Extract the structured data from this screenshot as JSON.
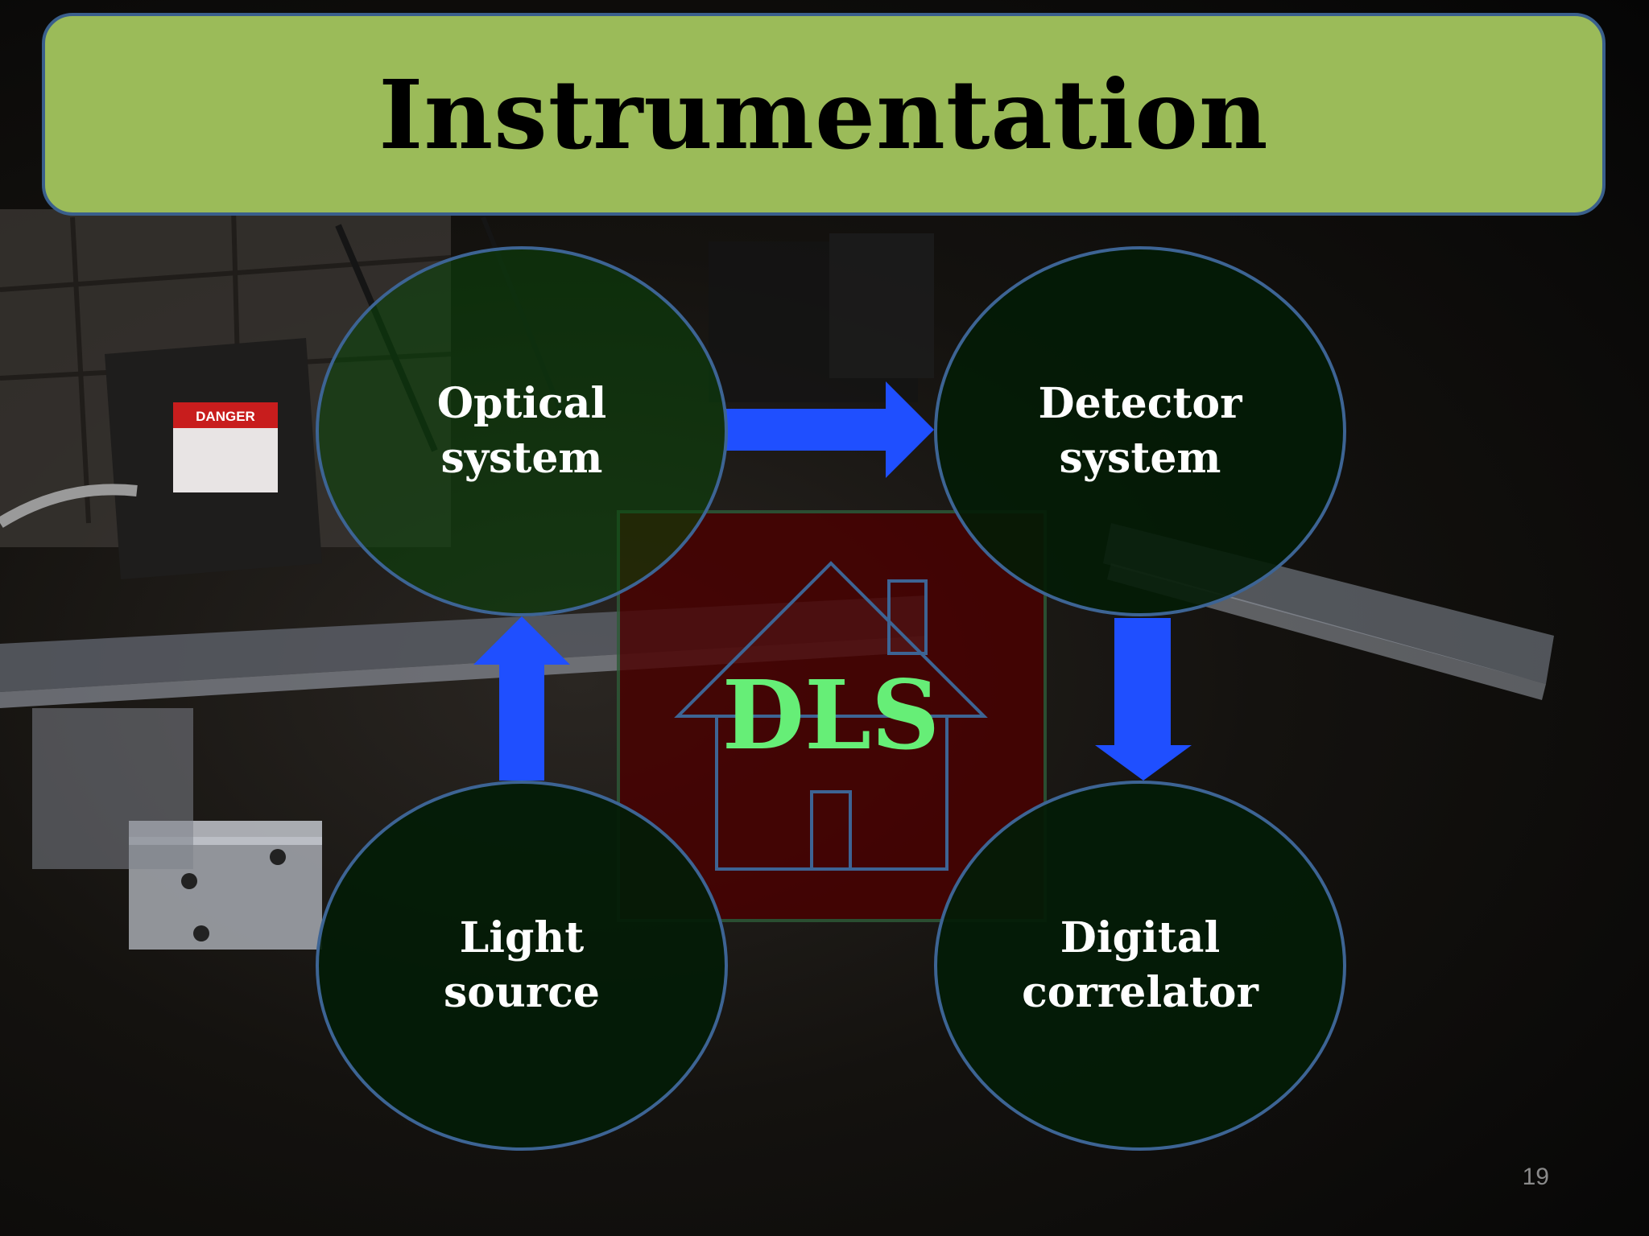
{
  "slide": {
    "title": "Instrumentation",
    "page_number": "19",
    "center_label": "DLS",
    "background_sign": "DANGER"
  },
  "nodes": {
    "optical": {
      "line1": "Optical",
      "line2": "system"
    },
    "detector": {
      "line1": "Detector",
      "line2": "system"
    },
    "light": {
      "line1": "Light",
      "line2": "source"
    },
    "correlator": {
      "line1": "Digital",
      "line2": "correlator"
    }
  },
  "colors": {
    "title_fill": "#9bbb59",
    "outline": "#3d6494",
    "arrow": "#1f4fff",
    "node_fill": "#031c06",
    "center_box": "#4a0000",
    "center_text": "#66ee77"
  }
}
